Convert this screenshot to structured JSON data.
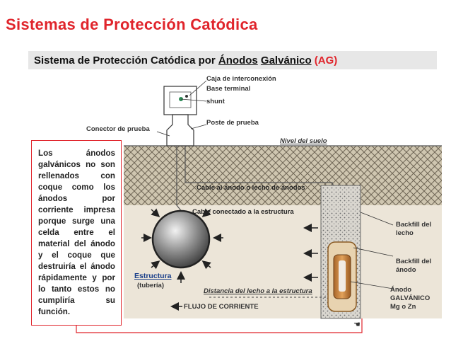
{
  "title": "Sistemas de Protección Catódica",
  "subtitle": {
    "prefix": "Sistema de Protección Catódica por",
    "word1": "Ánodos",
    "word2": "Galvánico",
    "suffix": "(AG)"
  },
  "note": "Los ánodos galvánicos no son rellenados con coque como los ánodos por corriente impresa porque surge una celda entre el material del ánodo y el coque que destruiría el ánodo rápidamente y por lo tanto estos no cumpliría su función.",
  "labels": {
    "caja": "Caja de interconexión",
    "base": "Base terminal",
    "shunt": "shunt",
    "poste": "Poste de prueba",
    "conector": "Conector de prueba",
    "nivel": "Nivel del suelo",
    "cable_anodo": "Cable al ánodo o lecho de ánodos",
    "cable_estructura": "Cable conectado a la estructura",
    "estructura": "Estructura",
    "tuberia": "(tubería)",
    "distancia": "Distancia del lecho a la estructura",
    "flujo": "FLUJO DE CORRIENTE",
    "backfill_lecho": "Backfill del lecho",
    "backfill_anodo": "Backfill del ánodo",
    "anodo": "Ánodo GALVÁNICO Mg o Zn"
  },
  "colors": {
    "title": "#e0242b",
    "callout_border": "#e0242b",
    "ground_band": "#bfb49a",
    "soil": "#ece5d8",
    "anode": "#c98a3c"
  }
}
